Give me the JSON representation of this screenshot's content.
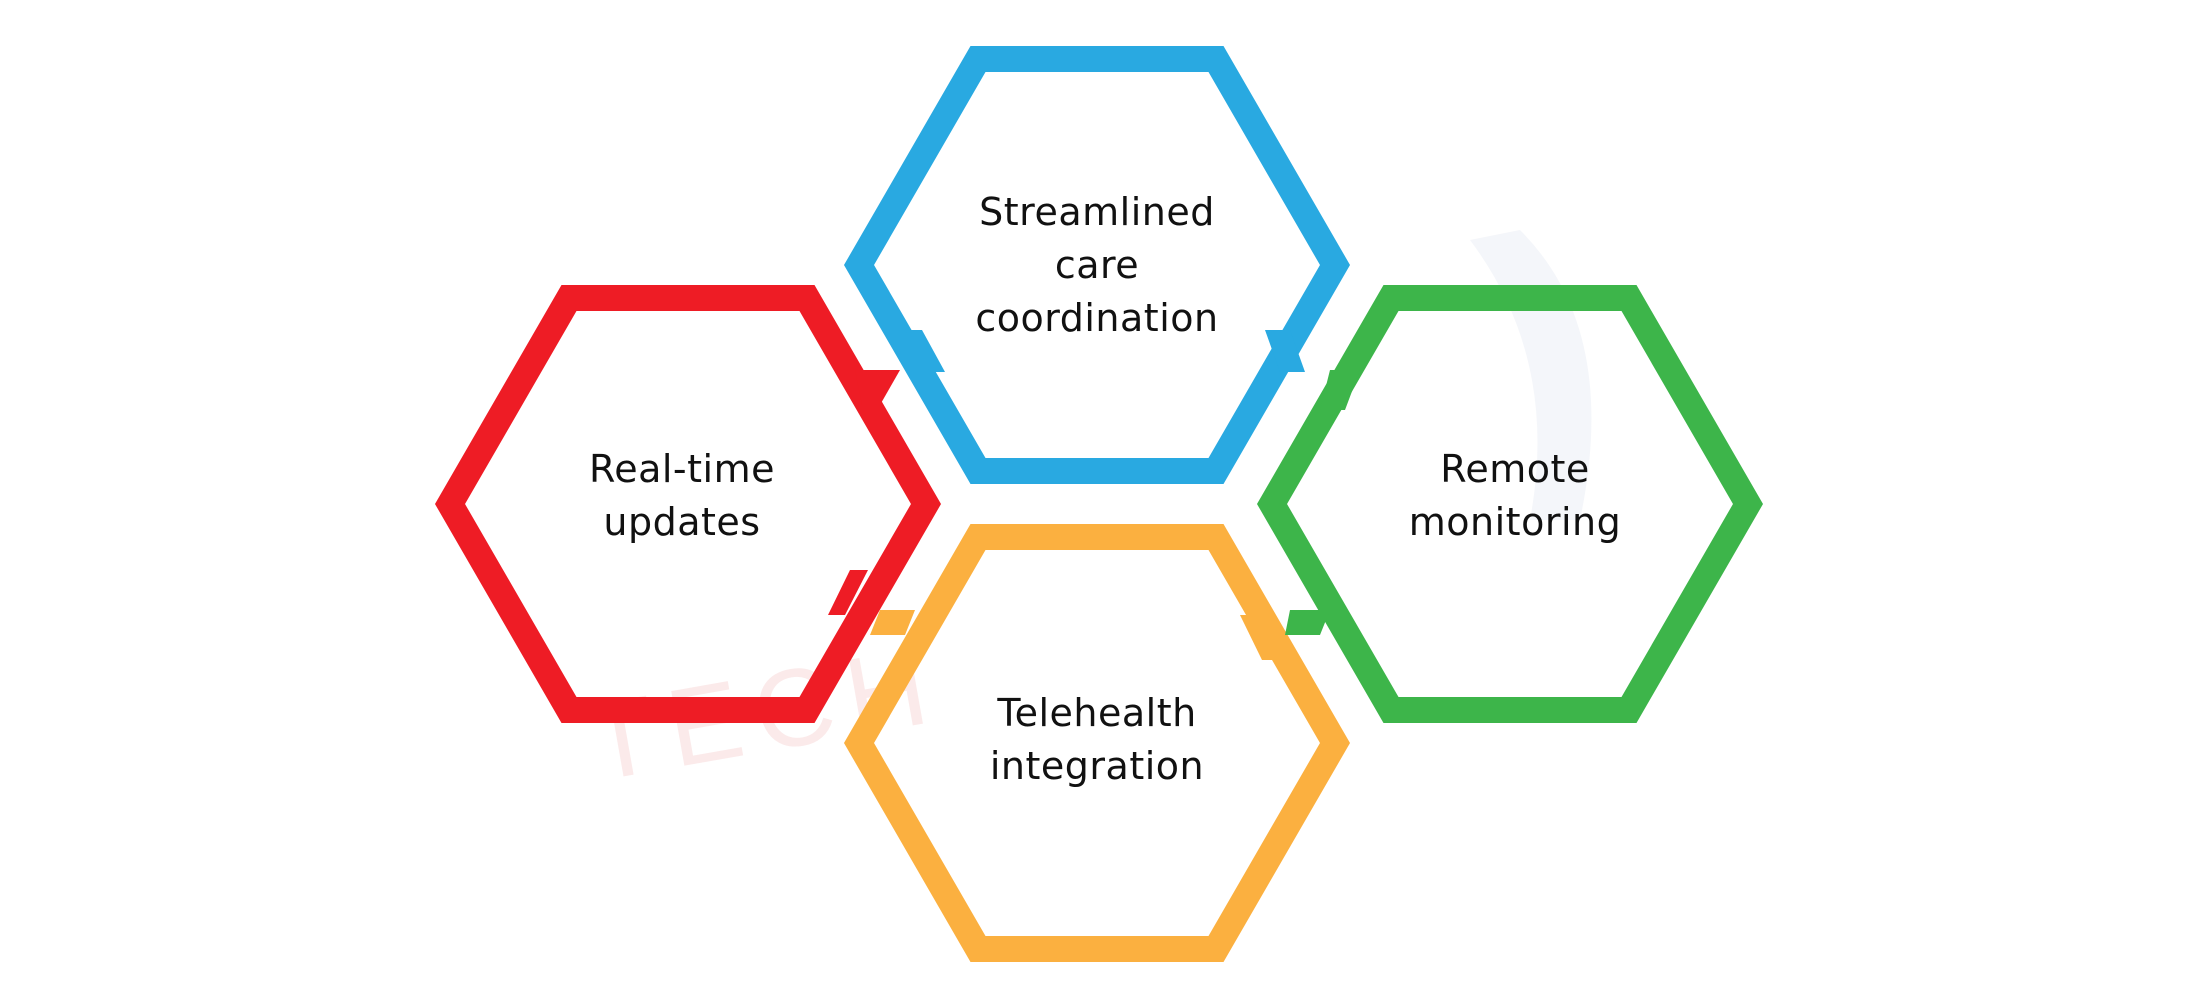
{
  "diagram": {
    "watermark_text": "TECH",
    "nodes": [
      {
        "id": "streamlined",
        "lines": [
          "Streamlined",
          "care",
          "coordination"
        ],
        "color": "#29a9e1"
      },
      {
        "id": "realtime",
        "lines": [
          "Real-time",
          "updates"
        ],
        "color": "#ee1c25"
      },
      {
        "id": "remote",
        "lines": [
          "Remote",
          "monitoring"
        ],
        "color": "#3db54a"
      },
      {
        "id": "telehealth",
        "lines": [
          "Telehealth",
          "integration"
        ],
        "color": "#fbb040"
      }
    ]
  }
}
